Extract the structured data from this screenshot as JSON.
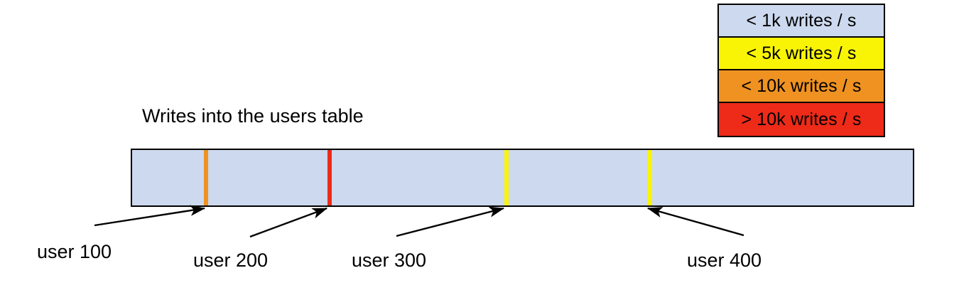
{
  "chart_data": {
    "type": "bar",
    "title": "Writes into the users table",
    "xlabel": "",
    "ylabel": "",
    "description": "A single horizontal key-range bar representing the users table, shaded by write rate, with marker lines at user boundaries.",
    "base_color": "#ccd9ee",
    "base_legend_label": "< 1k writes / s",
    "categories": [
      "user 100",
      "user 200",
      "user 300",
      "user 400"
    ],
    "markers": [
      {
        "label": "user 100",
        "position_pct": 9.6,
        "color": "#ef9221",
        "legend_label": "< 10k writes / s",
        "writes_bucket": "< 10k writes / s"
      },
      {
        "label": "user 200",
        "position_pct": 25.2,
        "color": "#ee2a18",
        "legend_label": "> 10k writes / s",
        "writes_bucket": "> 10k writes / s"
      },
      {
        "label": "user 300",
        "position_pct": 47.8,
        "color": "#f9f406",
        "legend_label": "< 5k writes / s",
        "writes_bucket": "< 5k writes / s"
      },
      {
        "label": "user 400",
        "position_pct": 66.1,
        "color": "#f9f406",
        "legend_label": "< 5k writes / s",
        "writes_bucket": "< 5k writes / s"
      }
    ],
    "legend_position": "top-right"
  },
  "legend": {
    "rows": [
      {
        "label": "< 1k writes / s",
        "color": "#ccd9ee"
      },
      {
        "label": "< 5k writes / s",
        "color": "#f9f406"
      },
      {
        "label": "< 10k writes / s",
        "color": "#ef9221"
      },
      {
        "label": "> 10k writes / s",
        "color": "#ee2a18"
      }
    ]
  },
  "chart": {
    "title": "Writes into the users table",
    "bar_fill": "#ccd9ee",
    "labels": [
      {
        "text": "user 100"
      },
      {
        "text": "user 200"
      },
      {
        "text": "user 300"
      },
      {
        "text": "user 400"
      }
    ]
  }
}
